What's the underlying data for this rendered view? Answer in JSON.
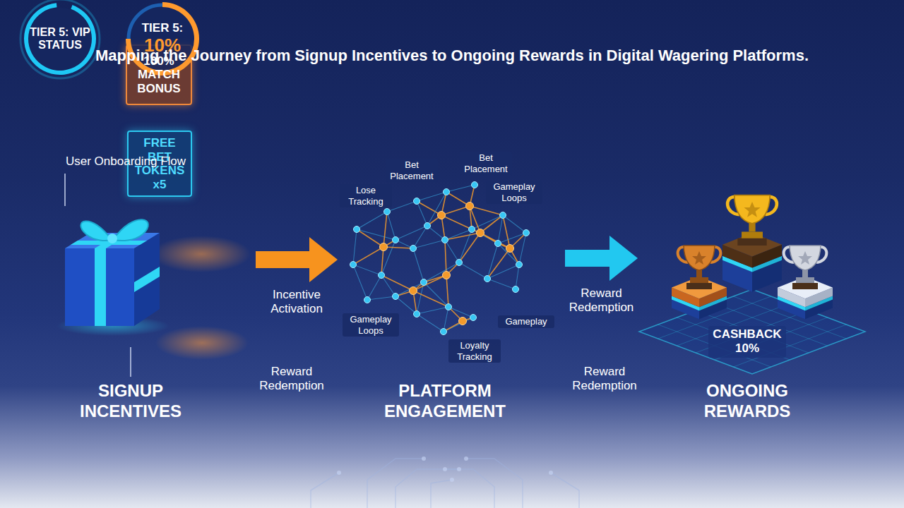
{
  "diagram": {
    "title": "Mapping the Journey from Signup Incentives to Ongoing Rewards in Digital Wagering Platforms.",
    "nodes": [
      {
        "text": [
          "SIGNUP INCENTIVES"
        ]
      },
      {
        "text": [
          "100% MATCH BONUS"
        ],
        "in": 0
      },
      {
        "text": [
          "FREE BET TOKENS x5"
        ],
        "in": 0
      },
      {
        "text": [
          "PLATFORM ENGAGEMENT"
        ]
      },
      {
        "text": [
          "ONGOING REWARDS"
        ]
      },
      {
        "text": [
          "TIER 5: VIP STATUS"
        ],
        "in": 4
      },
      {
        "text": [
          "TIER 5:",
          "10%"
        ],
        "in": 4
      }
    ],
    "edges": [
      {
        "from": 0,
        "to": 3,
        "label": "Incentive Activation",
        "arrow": "to"
      },
      {
        "from": 3,
        "to": 4,
        "label": "Reward Redemption",
        "arrow": "to"
      }
    ],
    "labels": [
      "User Onboarding Flow",
      "Bet Placement",
      "Bet Placement",
      "Lose Tracking",
      "Gameplay Loops",
      "Gameplay Loops",
      "Gameplay",
      "Loyalty Tracking",
      "Reward Redemption",
      "Reward Redemption",
      "CASHBACK 10%"
    ]
  }
}
